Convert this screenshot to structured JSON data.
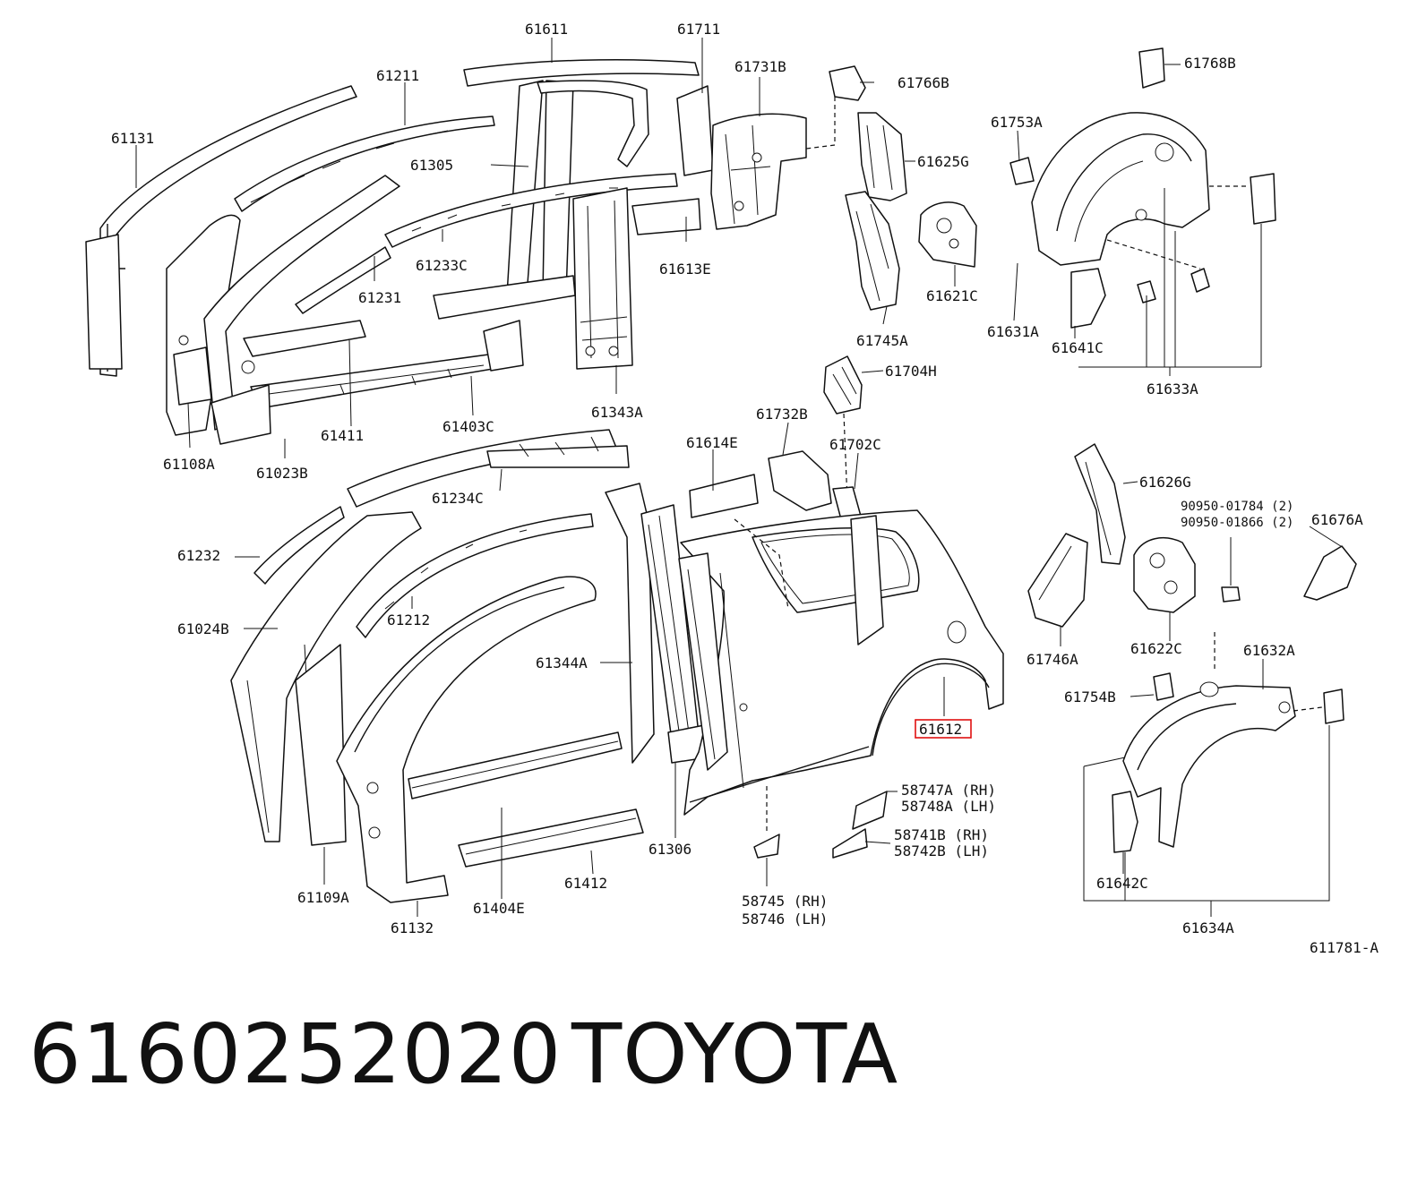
{
  "labels": {
    "l61611": "61611",
    "l61711": "61711",
    "l61211": "61211",
    "l61731B": "61731B",
    "l61766B": "61766B",
    "l61768B": "61768B",
    "l61131": "61131",
    "l61305": "61305",
    "l61625G": "61625G",
    "l61753A": "61753A",
    "l61233C": "61233C",
    "l61613E": "61613E",
    "l61231": "61231",
    "l61621C": "61621C",
    "l61631A": "61631A",
    "l61745A": "61745A",
    "l61641C": "61641C",
    "l61704H": "61704H",
    "l61633A": "61633A",
    "l61343A": "61343A",
    "l61403C": "61403C",
    "l61732B": "61732B",
    "l61411": "61411",
    "l61108A": "61108A",
    "l61023B": "61023B",
    "l61614E": "61614E",
    "l61702C": "61702C",
    "l61234C": "61234C",
    "l61626G": "61626G",
    "l90950_01784": "90950-01784 (2)",
    "l90950_01866": "90950-01866 (2)",
    "l61676A": "61676A",
    "l61232": "61232",
    "l61212": "61212",
    "l61024B": "61024B",
    "l61746A": "61746A",
    "l61622C": "61622C",
    "l61344A": "61344A",
    "l61632A": "61632A",
    "l61754B": "61754B",
    "l61612": "61612",
    "l58747A": "58747A (RH)",
    "l58748A": "58748A (LH)",
    "l61306": "61306",
    "l58741B": "58741B (RH)",
    "l58742B": "58742B (LH)",
    "l61412": "61412",
    "l61109A": "61109A",
    "l61404E": "61404E",
    "l58745": "58745 (RH)",
    "l58746": "58746 (LH)",
    "l61642C": "61642C",
    "l61132": "61132",
    "l61634A": "61634A",
    "l611781A": "611781-A"
  },
  "highlighted_part": "61612",
  "highlight_color": "#e01010",
  "footer": {
    "part_number": "6160252020",
    "brand": "TOYOTA"
  }
}
